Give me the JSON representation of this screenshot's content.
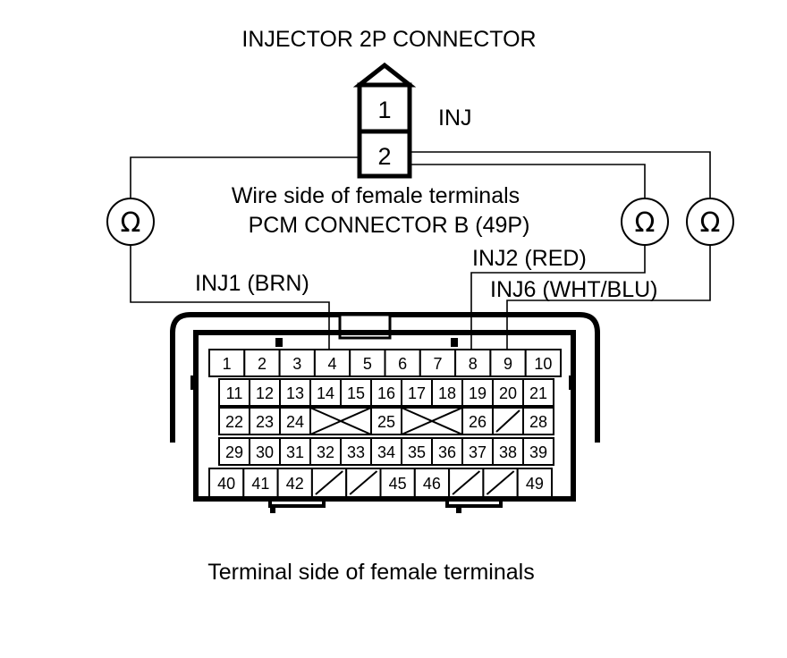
{
  "title": "INJECTOR 2P CONNECTOR",
  "injector": {
    "pin1": "1",
    "pin2": "2",
    "label": "INJ"
  },
  "wire_side_label": "Wire side of female terminals",
  "pcm_connector_label": "PCM CONNECTOR B (49P)",
  "probes": {
    "inj1": "INJ1 (BRN)",
    "inj2": "INJ2 (RED)",
    "inj6": "INJ6 (WHT/BLU)"
  },
  "ohm_symbol": "Ω",
  "terminal_side_label": "Terminal side of female terminals",
  "pins": {
    "row1": [
      "1",
      "2",
      "3",
      "4",
      "5",
      "6",
      "7",
      "8",
      "9",
      "10"
    ],
    "row2": [
      "11",
      "12",
      "13",
      "14",
      "15",
      "16",
      "17",
      "18",
      "19",
      "20",
      "21"
    ],
    "row3": [
      "22",
      "23",
      "24",
      "25",
      "26",
      "28"
    ],
    "row4": [
      "29",
      "30",
      "31",
      "32",
      "33",
      "34",
      "35",
      "36",
      "37",
      "38",
      "39"
    ],
    "row5": [
      "40",
      "41",
      "42",
      "45",
      "46",
      "49"
    ]
  }
}
